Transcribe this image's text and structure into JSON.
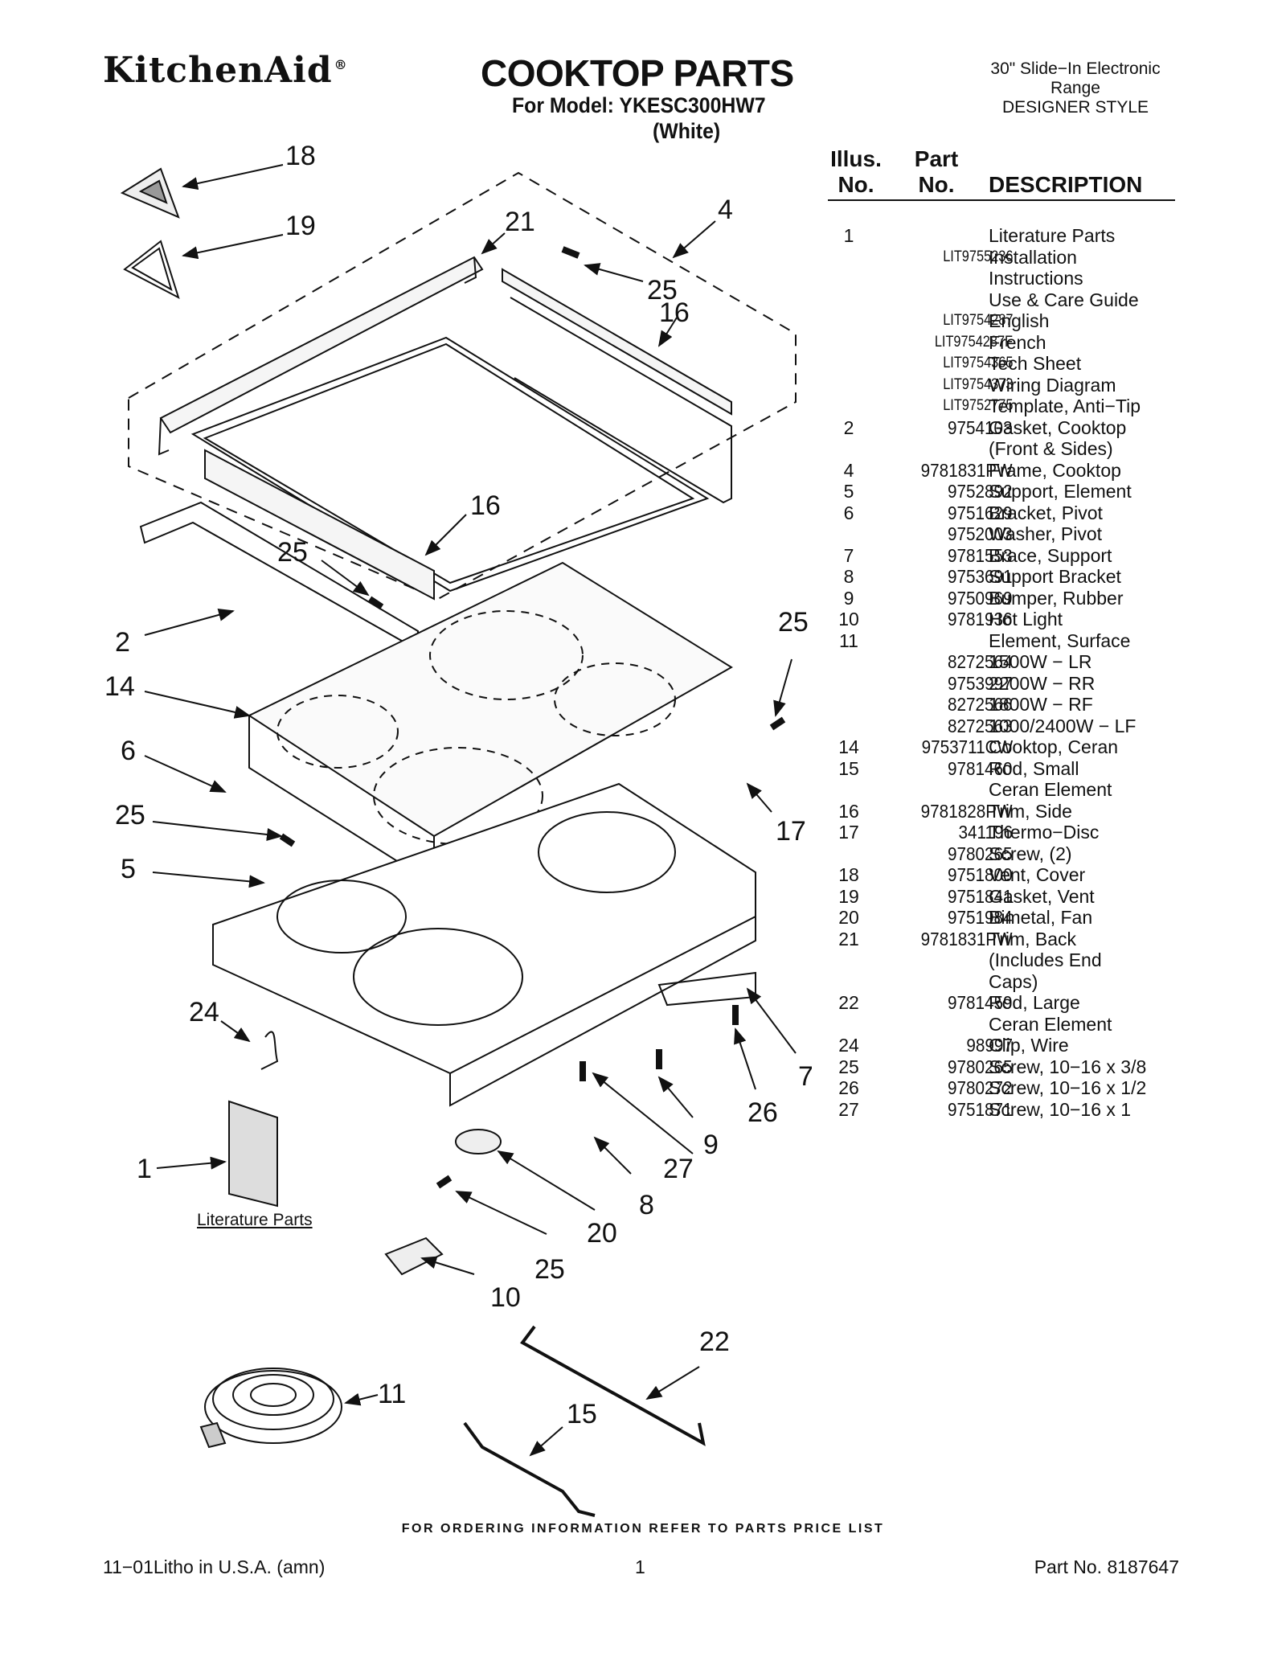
{
  "header": {
    "brand": "KitchenAid",
    "brand_mark": "®",
    "title": "COOKTOP PARTS",
    "model_line": "For Model: YKESC300HW7",
    "color_line": "(White)",
    "range_line1": "30\" Slide−In Electronic",
    "range_line2": "Range",
    "range_line3": "DESIGNER STYLE"
  },
  "diagram": {
    "literature_label": "Literature Parts",
    "callouts": [
      "18",
      "19",
      "21",
      "4",
      "25",
      "16",
      "16",
      "25",
      "2",
      "14",
      "25",
      "6",
      "25",
      "17",
      "5",
      "24",
      "7",
      "26",
      "9",
      "27",
      "1",
      "8",
      "20",
      "25",
      "10",
      "22",
      "11",
      "15"
    ]
  },
  "table": {
    "head_illus_1": "Illus.",
    "head_illus_2": "No.",
    "head_part_1": "Part",
    "head_part_2": "No.",
    "head_desc": "DESCRIPTION",
    "rows": [
      {
        "illus": "1",
        "part": "",
        "desc": "Literature Parts"
      },
      {
        "illus": "",
        "part": "LIT9755236",
        "desc": "Installation"
      },
      {
        "illus": "",
        "part": "",
        "desc": "Instructions"
      },
      {
        "illus": "",
        "part": "",
        "desc": "Use & Care Guide"
      },
      {
        "illus": "",
        "part": "LIT9754287",
        "desc": "English"
      },
      {
        "illus": "",
        "part": "LIT9754287F",
        "desc": "French"
      },
      {
        "illus": "",
        "part": "LIT9754365",
        "desc": "Tech Sheet"
      },
      {
        "illus": "",
        "part": "LIT9754373",
        "desc": "Wiring Diagram"
      },
      {
        "illus": "",
        "part": "LIT9752775",
        "desc": "Template, Anti−Tip"
      },
      {
        "illus": "2",
        "part": "9754103",
        "desc": "Gasket, Cooktop"
      },
      {
        "illus": "",
        "part": "",
        "desc": "(Front & Sides)"
      },
      {
        "illus": "4",
        "part": "9781831PW",
        "desc": "Frame, Cooktop"
      },
      {
        "illus": "5",
        "part": "9752892",
        "desc": "Support, Element"
      },
      {
        "illus": "6",
        "part": "9751629",
        "desc": "Bracket, Pivot"
      },
      {
        "illus": "",
        "part": "9752003",
        "desc": "Washer, Pivot"
      },
      {
        "illus": "7",
        "part": "9781553",
        "desc": "Brace, Support"
      },
      {
        "illus": "8",
        "part": "9753691",
        "desc": "Support Bracket"
      },
      {
        "illus": "9",
        "part": "9750969",
        "desc": "Bumper, Rubber"
      },
      {
        "illus": "10",
        "part": "9781936",
        "desc": "Hot Light"
      },
      {
        "illus": "11",
        "part": "",
        "desc": "Element, Surface"
      },
      {
        "illus": "",
        "part": "8272564",
        "desc": "1500W − LR"
      },
      {
        "illus": "",
        "part": "9753997",
        "desc": "2200W − RR"
      },
      {
        "illus": "",
        "part": "8272566",
        "desc": "1800W − RF"
      },
      {
        "illus": "",
        "part": "8272563",
        "desc": "1000/2400W − LF"
      },
      {
        "illus": "14",
        "part": "9753711CW",
        "desc": "Cooktop, Ceran"
      },
      {
        "illus": "15",
        "part": "9781460",
        "desc": "Rod, Small"
      },
      {
        "illus": "",
        "part": "",
        "desc": "Ceran Element"
      },
      {
        "illus": "16",
        "part": "9781828PW",
        "desc": "Trim, Side"
      },
      {
        "illus": "17",
        "part": "341196",
        "desc": "Thermo−Disc"
      },
      {
        "illus": "",
        "part": "9780265",
        "desc": "Screw, (2)"
      },
      {
        "illus": "18",
        "part": "9751800",
        "desc": "Vent, Cover"
      },
      {
        "illus": "19",
        "part": "9751841",
        "desc": "Gasket, Vent"
      },
      {
        "illus": "20",
        "part": "9751984",
        "desc": "Bimetal, Fan"
      },
      {
        "illus": "21",
        "part": "9781831PW",
        "desc": "Trim, Back"
      },
      {
        "illus": "",
        "part": "",
        "desc": "(Includes End"
      },
      {
        "illus": "",
        "part": "",
        "desc": "Caps)"
      },
      {
        "illus": "22",
        "part": "9781459",
        "desc": "Rod, Large"
      },
      {
        "illus": "",
        "part": "",
        "desc": "Ceran Element"
      },
      {
        "illus": "24",
        "part": "98997",
        "desc": "Clip, Wire"
      },
      {
        "illus": "25",
        "part": "9780265",
        "desc": "Screw, 10−16 x 3/8"
      },
      {
        "illus": "26",
        "part": "9780272",
        "desc": "Screw, 10−16 x 1/2"
      },
      {
        "illus": "27",
        "part": "9751871",
        "desc": "Screw, 10−16 x 1"
      }
    ]
  },
  "footer": {
    "ordering_note": "FOR ORDERING INFORMATION REFER TO PARTS PRICE LIST",
    "litho": "11−01Litho in U.S.A. (amn)",
    "page_number": "1",
    "part_no": "Part No. 8187647"
  }
}
